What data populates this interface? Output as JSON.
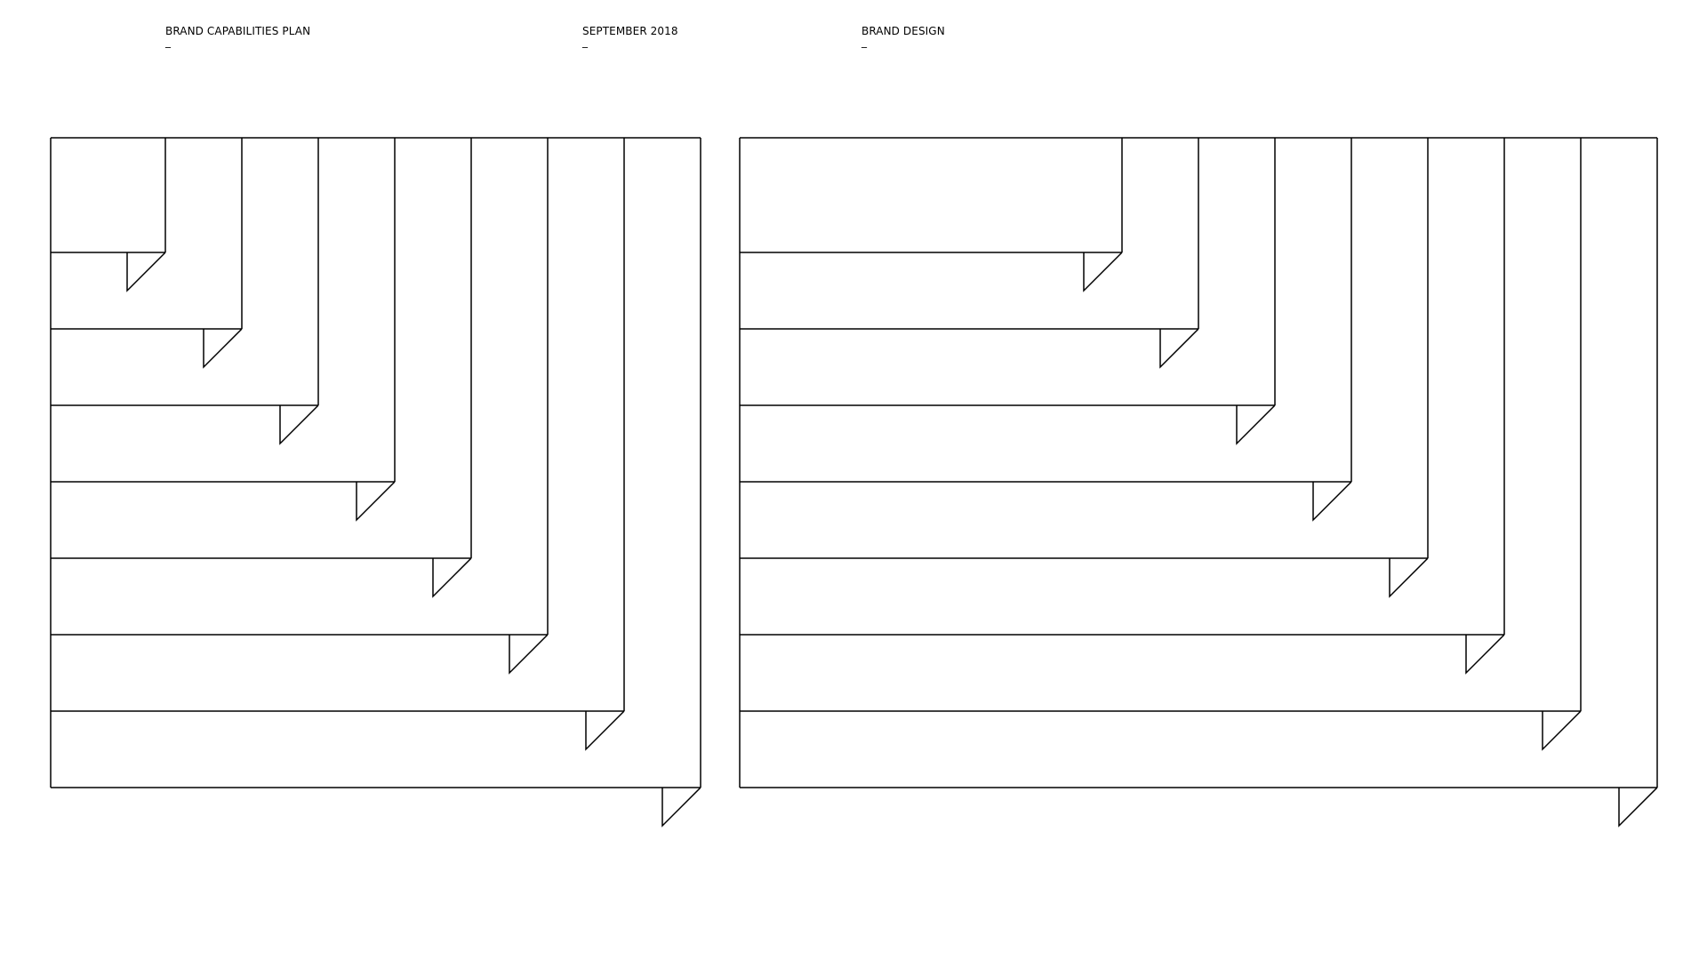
{
  "header": {
    "plan_title": "BRAND CAPABILITIES PLAN",
    "plan_dash": "_",
    "date": "SEPTEMBER 2018",
    "date_dash": "_",
    "department": "BRAND DESIGN",
    "department_dash": "_"
  },
  "diagram": {
    "stroke_color": "#000000",
    "background_color": "#ffffff",
    "panels": [
      {
        "name": "left-folded-tabs-panel",
        "tab_count": 8
      },
      {
        "name": "right-folded-tabs-panel",
        "tab_count": 8
      }
    ]
  }
}
